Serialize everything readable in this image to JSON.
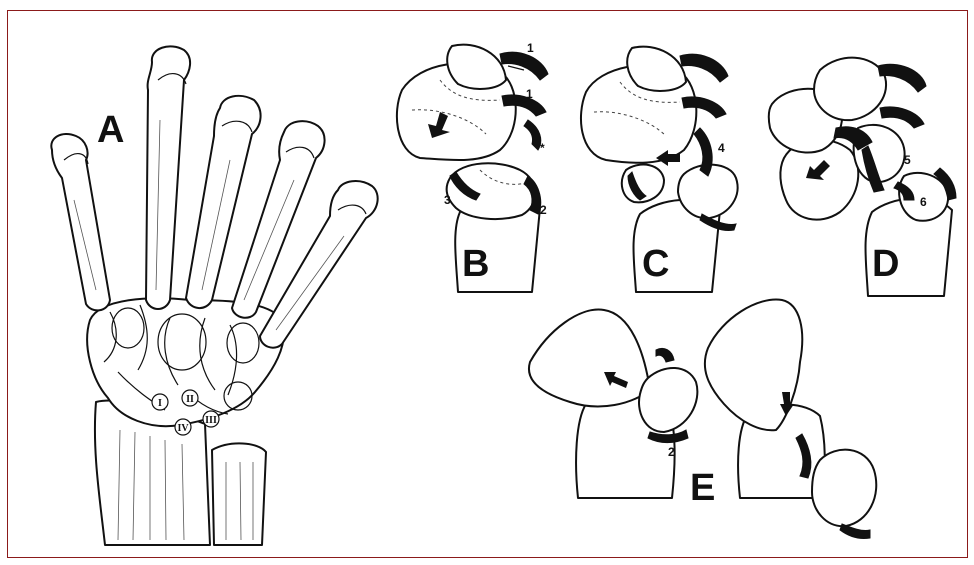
{
  "figure": {
    "panels": {
      "A": "A",
      "B": "B",
      "C": "C",
      "D": "D",
      "E": "E"
    },
    "roman_labels": [
      "I",
      "II",
      "III",
      "IV"
    ],
    "numbers": {
      "b1_top": "1",
      "b1_mid": "1",
      "b_star": "*",
      "b2": "2",
      "b3": "3",
      "c4": "4",
      "d5": "5",
      "d6": "6",
      "e2": "2"
    }
  }
}
